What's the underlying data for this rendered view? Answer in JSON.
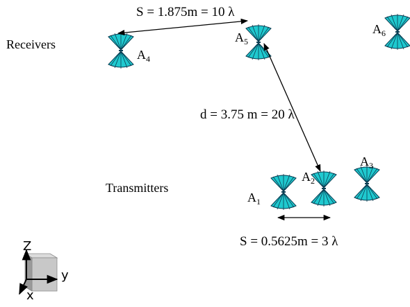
{
  "colors": {
    "antenna_fill": "#1fc9cf",
    "antenna_stroke": "#0a3d52",
    "line": "#000000",
    "cube_face": "#c8c8c8",
    "cube_side": "#9a9a9a"
  },
  "labels": {
    "receivers": "Receivers",
    "transmitters": "Transmitters",
    "spacing_receivers": "S = 1.875m = 10 λ",
    "distance": "d = 3.75 m = 20 λ",
    "spacing_transmitters": "S = 0.5625m = 3 λ"
  },
  "antennas": [
    {
      "letter": "A",
      "sub": "1",
      "icon": "dipole-antenna-icon",
      "role": "transmitter"
    },
    {
      "letter": "A",
      "sub": "2",
      "icon": "dipole-antenna-icon",
      "role": "transmitter"
    },
    {
      "letter": "A",
      "sub": "3",
      "icon": "dipole-antenna-icon",
      "role": "transmitter"
    },
    {
      "letter": "A",
      "sub": "4",
      "icon": "dipole-antenna-icon",
      "role": "receiver"
    },
    {
      "letter": "A",
      "sub": "5",
      "icon": "dipole-antenna-icon",
      "role": "receiver"
    },
    {
      "letter": "A",
      "sub": "6",
      "icon": "dipole-antenna-icon",
      "role": "receiver"
    }
  ],
  "axes": {
    "z": "Z",
    "y": "y",
    "x": "x"
  }
}
